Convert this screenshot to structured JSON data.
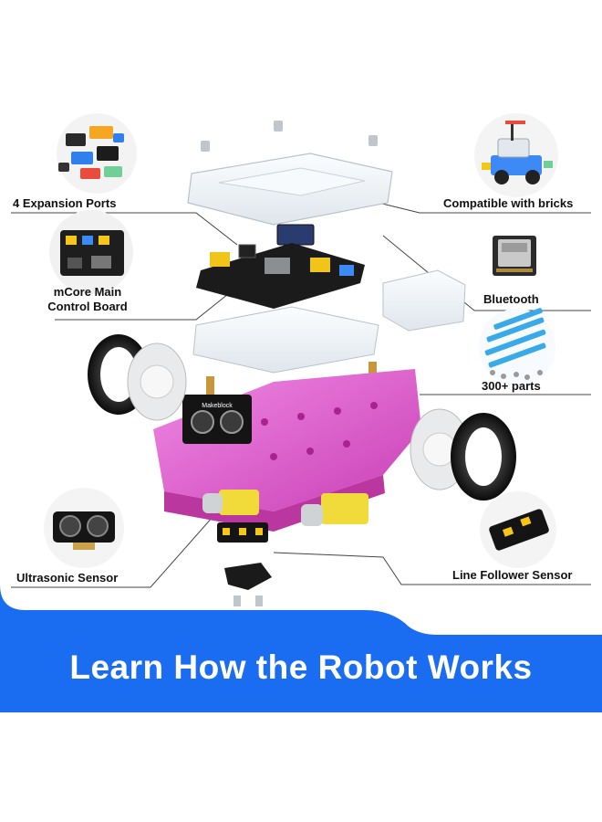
{
  "labels": {
    "expansion_ports": "4 Expansion Ports",
    "mcore_line1": "mCore Main",
    "mcore_line2": "Control Board",
    "bricks": "Compatible with bricks",
    "bluetooth": "Bluetooth",
    "parts": "300+ parts",
    "ultrasonic": "Ultrasonic Sensor",
    "line_follower": "Line Follower Sensor"
  },
  "sensor_brand": "Makeblock",
  "banner": {
    "headline": "Learn How the Robot Works"
  },
  "colors": {
    "banner_blue": "#1a6cf0",
    "chassis_pink": "#e45bd0",
    "board_black": "#1b1b1b",
    "acrylic": "#eef2f5",
    "tire_black": "#141414",
    "motor_yellow": "#f1db3a"
  }
}
